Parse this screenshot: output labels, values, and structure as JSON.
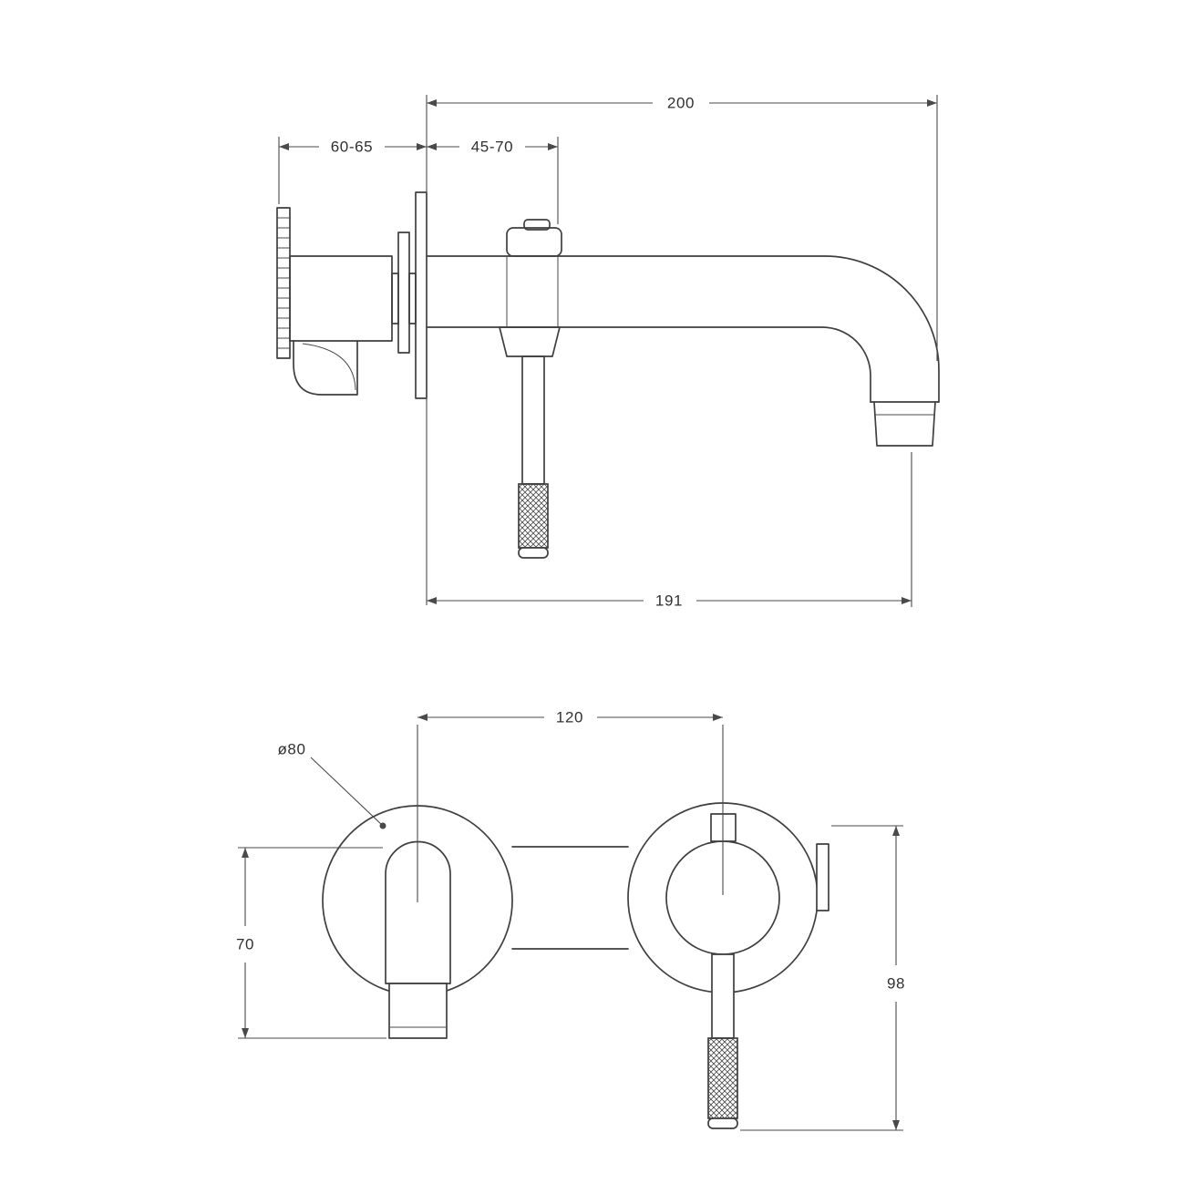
{
  "document": {
    "background": "#ffffff",
    "line_color": "#3f3f3f"
  },
  "side_view": {
    "dim_spout_reach": "200",
    "dim_rough_in_depth": "60-65",
    "dim_trim_adjustment": "45-70",
    "dim_wall_to_aerator": "191"
  },
  "front_view": {
    "dim_center_distance": "120",
    "dim_escutcheon_diameter": "ø80",
    "dim_spout_drop": "70",
    "dim_handle_drop": "98"
  }
}
